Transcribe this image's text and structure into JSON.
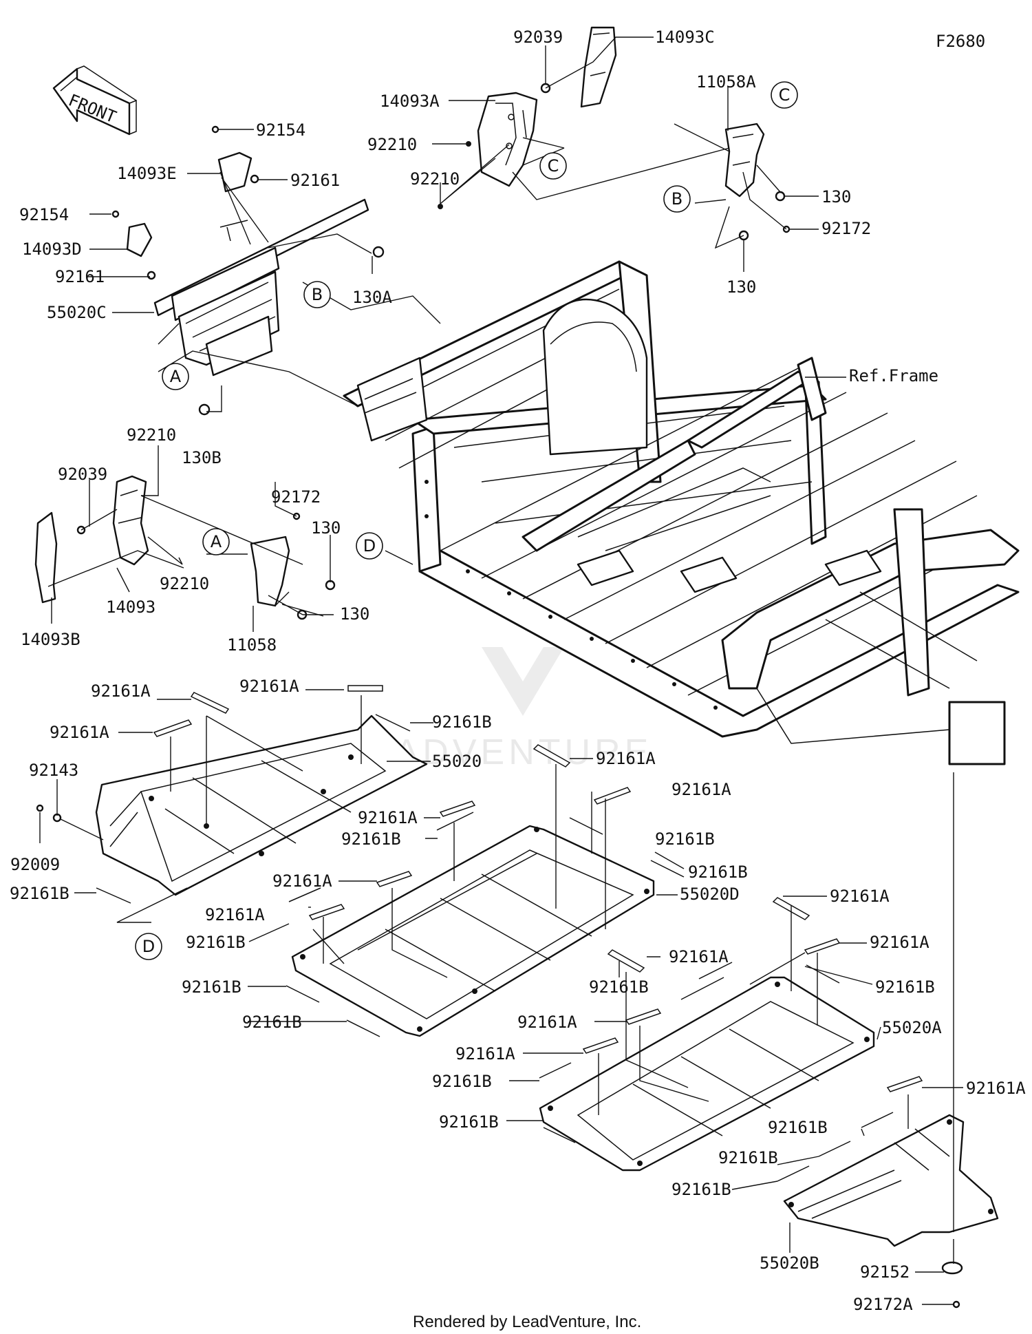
{
  "diagram_id": "F2680",
  "front_arrow_text": "FRONT",
  "watermark": "LEADVENTURE",
  "footer": "Rendered by LeadVenture, Inc.",
  "ref_frame": "Ref.Frame",
  "callouts": {
    "a1": "A",
    "a2": "A",
    "b1": "B",
    "b2": "B",
    "c1": "C",
    "c2": "C",
    "d1": "D",
    "d2": "D"
  },
  "labels": {
    "p92039_top": "92039",
    "p14093C": "14093C",
    "p14093A": "14093A",
    "p92210_a": "92210",
    "p92210_b": "92210",
    "p11058A": "11058A",
    "p130_a": "130",
    "p92172_a": "92172",
    "p130_b": "130",
    "p92154_a": "92154",
    "p14093E": "14093E",
    "p92161_a": "92161",
    "p92154_b": "92154",
    "p14093D": "14093D",
    "p92161_b": "92161",
    "p55020C": "55020C",
    "p130A": "130A",
    "p130B": "130B",
    "p92210_c": "92210",
    "p92039_b": "92039",
    "p92172_b": "92172",
    "p130_c": "130",
    "p92210_d": "92210",
    "p14093": "14093",
    "p130_d": "130",
    "p14093B": "14093B",
    "p11058": "11058",
    "p92161A_1": "92161A",
    "p92161A_2": "92161A",
    "p92161B_1": "92161B",
    "p92161A_3": "92161A",
    "p55020": "55020",
    "p92143": "92143",
    "p92009": "92009",
    "p92161B_2": "92161B",
    "p92161A_4": "92161A",
    "p92161A_5": "92161A",
    "p92161A_6": "92161A",
    "p92161B_3": "92161B",
    "p92161B_4": "92161B",
    "p92161A_7": "92161A",
    "p92161B_5": "92161B",
    "p55020D": "55020D",
    "p92161A_8": "92161A",
    "p92161A_9": "92161A",
    "p92161B_6": "92161B",
    "p92161A_10": "92161A",
    "p92161A_11": "92161A",
    "p92161B_7": "92161B",
    "p92161B_8": "92161B",
    "p92161B_9": "92161B",
    "p92161B_10": "92161B",
    "p92161A_12": "92161A",
    "p55020A": "55020A",
    "p92161A_13": "92161A",
    "p92161B_11": "92161B",
    "p92161A_14": "92161A",
    "p92161B_12": "92161B",
    "p92161B_13": "92161B",
    "p92161B_14": "92161B",
    "p92161B_15": "92161B",
    "p55020B": "55020B",
    "p92152": "92152",
    "p92172A": "92172A"
  }
}
